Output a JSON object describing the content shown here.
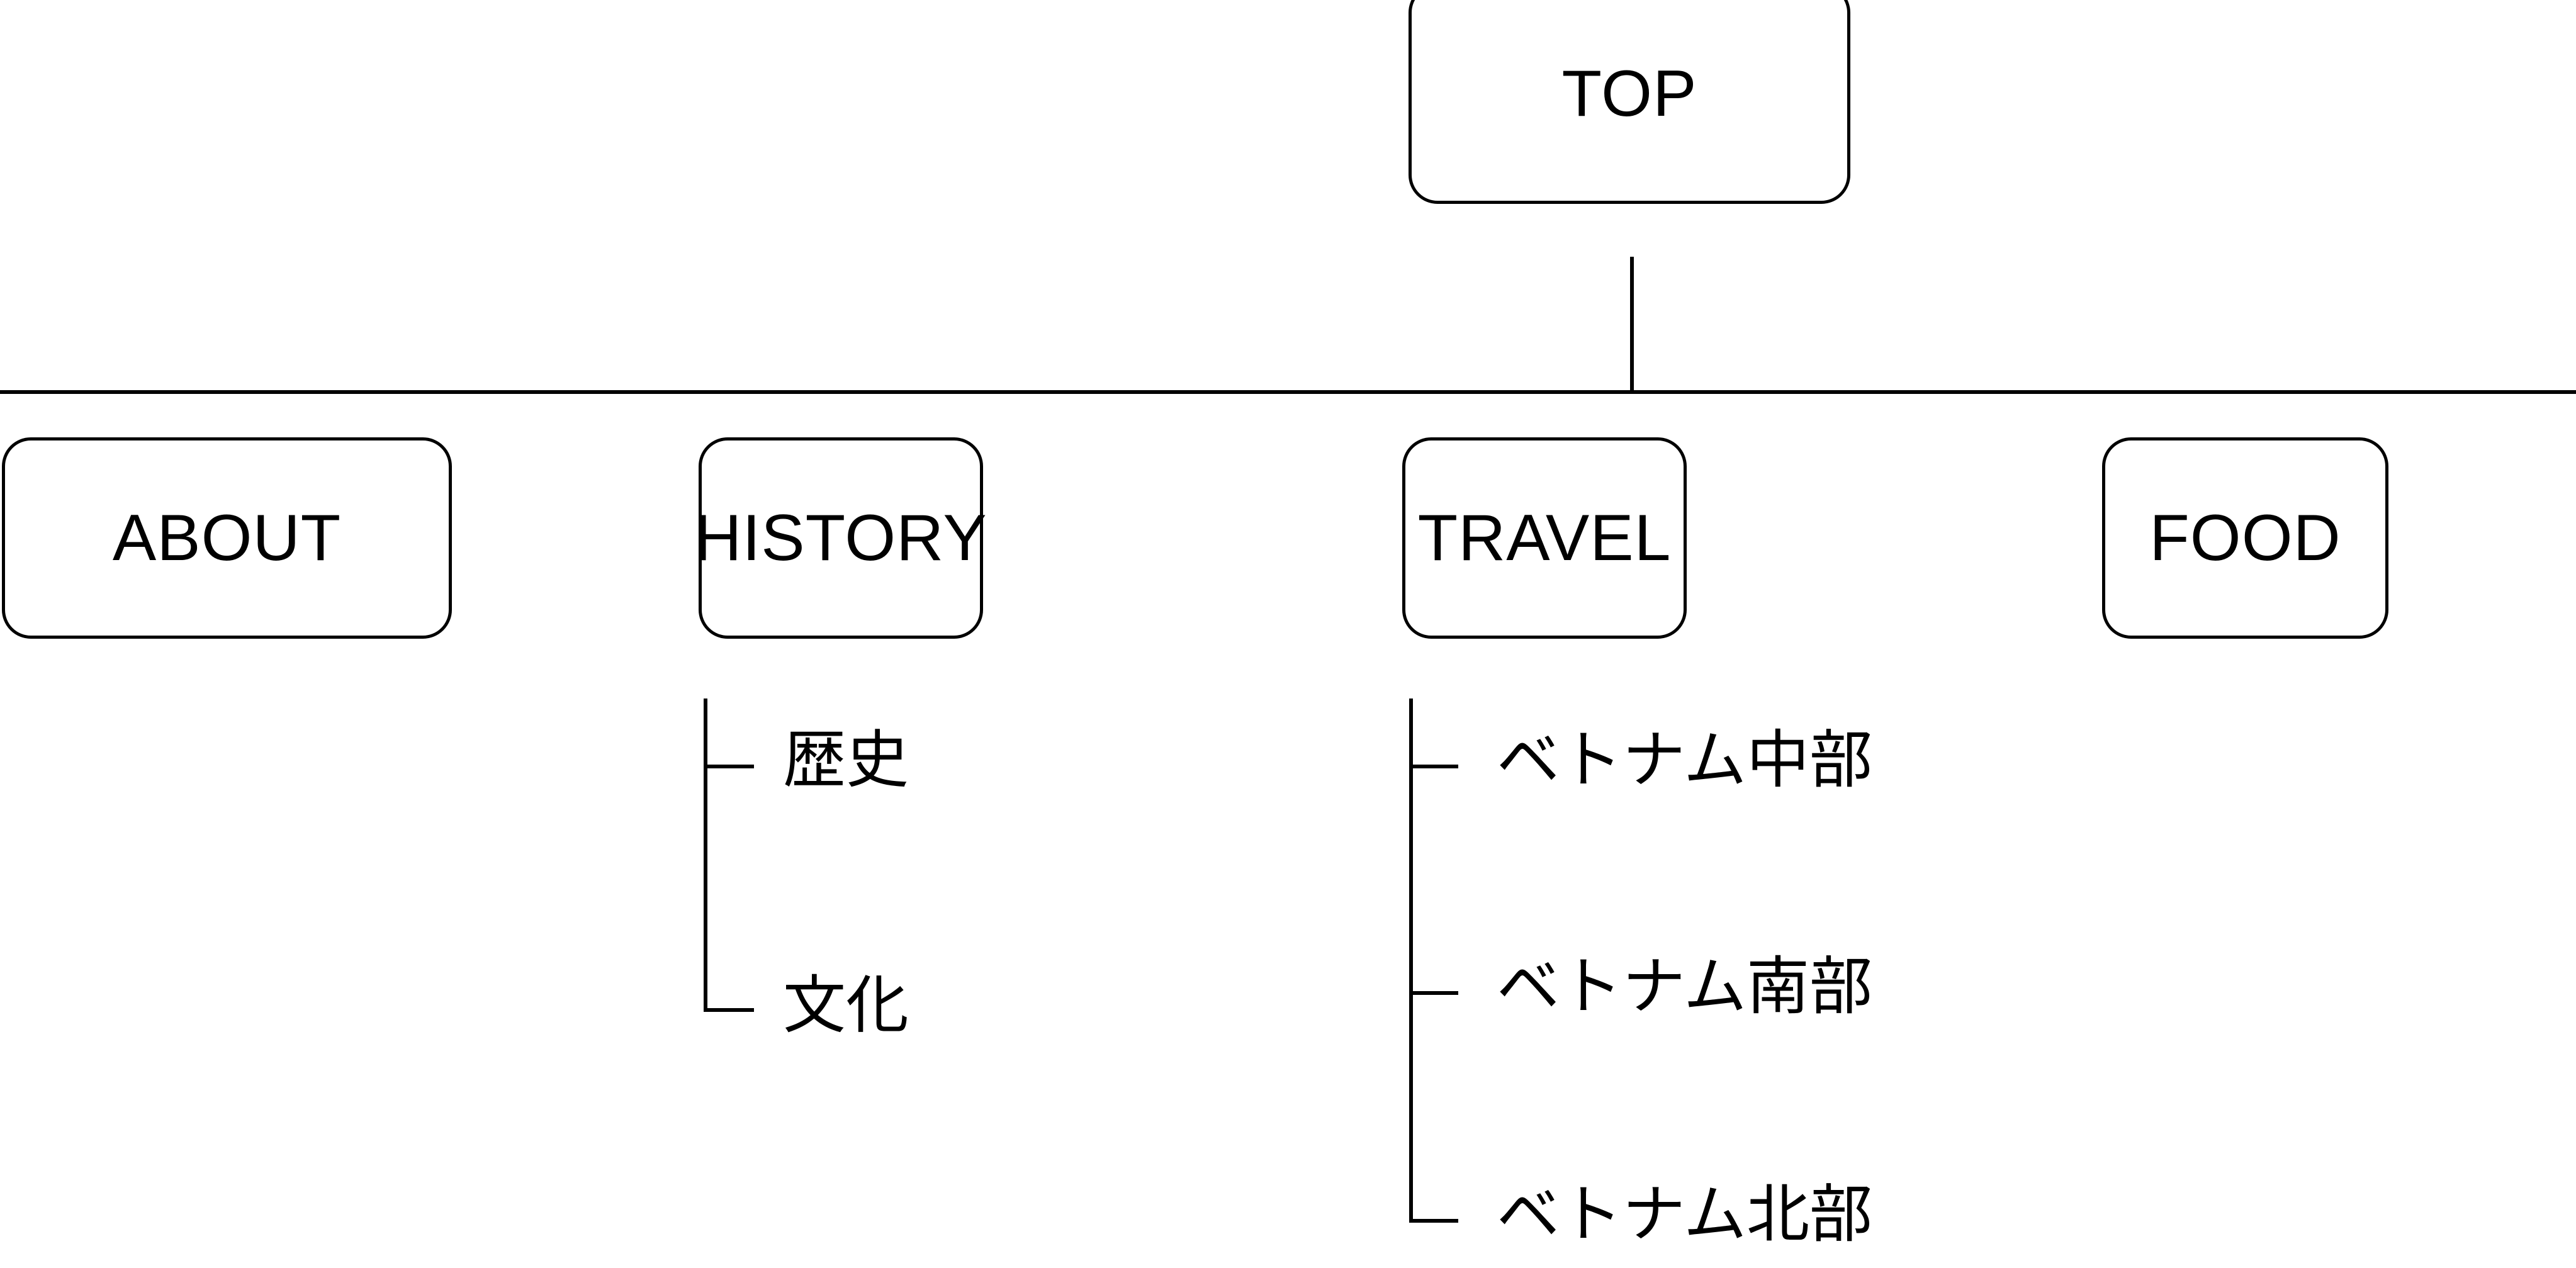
{
  "diagram": {
    "type": "sitemap-tree",
    "title_node": {
      "label": "TOP"
    },
    "sections": [
      {
        "label": "ABOUT",
        "children": []
      },
      {
        "label": "HISTORY",
        "children": [
          {
            "label": "歴史"
          },
          {
            "label": "文化"
          }
        ]
      },
      {
        "label": "TRAVEL",
        "children": [
          {
            "label": "ベトナム中部"
          },
          {
            "label": "ベトナム南部"
          },
          {
            "label": "ベトナム北部"
          }
        ]
      },
      {
        "label": "FOOD",
        "children": []
      }
    ],
    "colors": {
      "stroke": "#000000",
      "fill": "#ffffff",
      "text": "#000000"
    }
  }
}
